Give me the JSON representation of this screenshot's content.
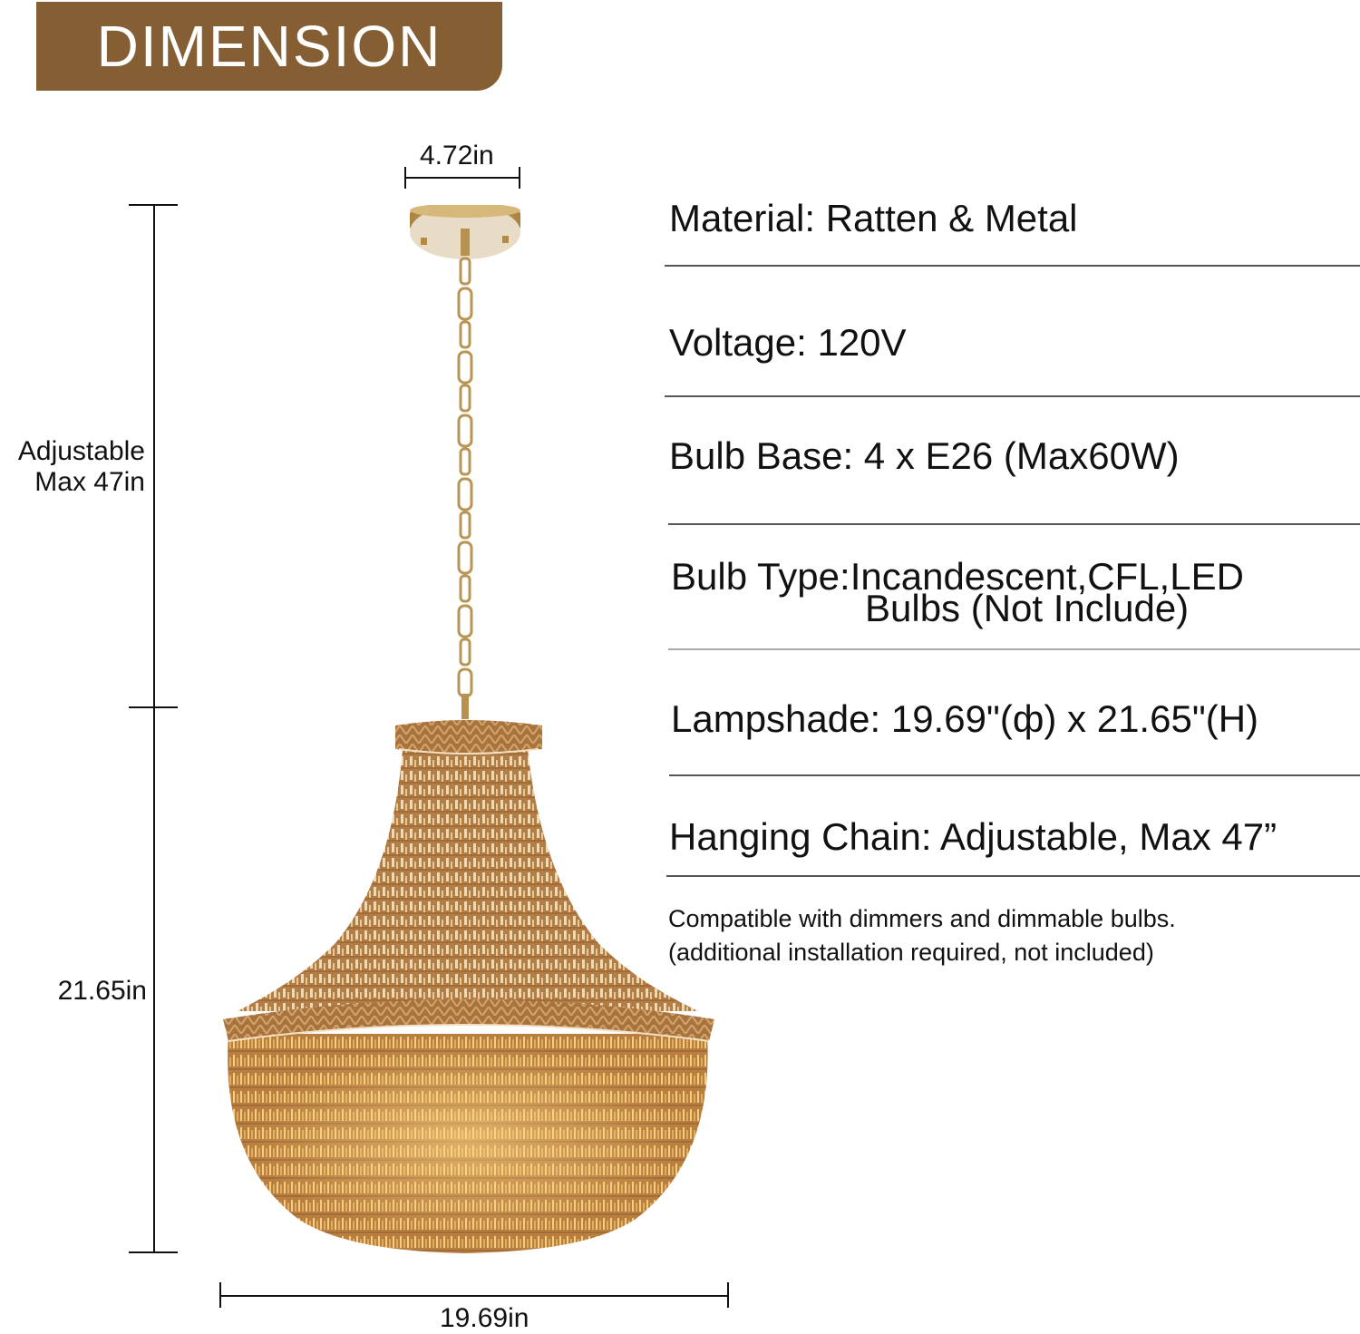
{
  "banner": {
    "title": "DIMENSION",
    "color": "#855f33"
  },
  "dimensions": {
    "canopy_width": "4.72in",
    "chain_length_line1": "Adjustable",
    "chain_length_line2": "Max 47in",
    "shade_height": "21.65in",
    "shade_width": "19.69in"
  },
  "specs": [
    {
      "label": "Material: Ratten & Metal"
    },
    {
      "label": "Voltage: 120V"
    },
    {
      "label": "Bulb Base: 4 x E26 (Max60W)"
    },
    {
      "label": "Bulb Type:Incandescent,CFL,LED",
      "continuation": "Bulbs (Not Include)"
    },
    {
      "label": "Lampshade: 19.69\"(ф) x 21.65\"(H)"
    },
    {
      "label": "Hanging Chain: Adjustable, Max 47”"
    }
  ],
  "note": {
    "line1": "Compatible with dimmers and dimmable bulbs.",
    "line2": "(additional installation required, not included)"
  },
  "product": {
    "image_alt": "rattan-pendant-chandelier",
    "colors": {
      "rattan": "#b07a43",
      "rattan_dark": "#8c5a2b",
      "glow": "#f2c46a",
      "brass": "#c9a45c"
    }
  }
}
